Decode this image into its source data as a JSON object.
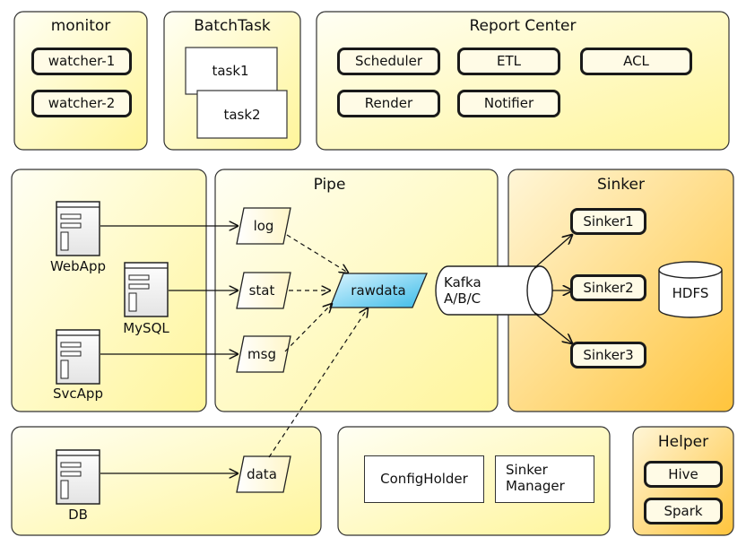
{
  "monitor": {
    "title": "monitor",
    "items": [
      "watcher-1",
      "watcher-2"
    ]
  },
  "batchtask": {
    "title": "BatchTask",
    "items": [
      "task1",
      "task2"
    ]
  },
  "report_center": {
    "title": "Report Center",
    "items": [
      "Scheduler",
      "ETL",
      "ACL",
      "Render",
      "Notifier"
    ]
  },
  "sources": {
    "webapp": "WebApp",
    "mysql": "MySQL",
    "svcapp": "SvcApp",
    "db": "DB"
  },
  "pipe": {
    "title": "Pipe",
    "inputs": [
      "log",
      "stat",
      "msg",
      "data"
    ],
    "rawdata": "rawdata"
  },
  "kafka": {
    "label": "Kafka\nA/B/C"
  },
  "sinker": {
    "title": "Sinker",
    "items": [
      "Sinker1",
      "Sinker2",
      "Sinker3"
    ],
    "store": "HDFS"
  },
  "config": {
    "holder": "ConfigHolder",
    "manager": "Sinker\nManager"
  },
  "helper": {
    "title": "Helper",
    "items": [
      "Hive",
      "Spark"
    ]
  },
  "colors": {
    "panel_yellow": "#fffbd0",
    "sinker_orange": "#ffd47a",
    "rawdata_blue": "#66ccf0"
  }
}
